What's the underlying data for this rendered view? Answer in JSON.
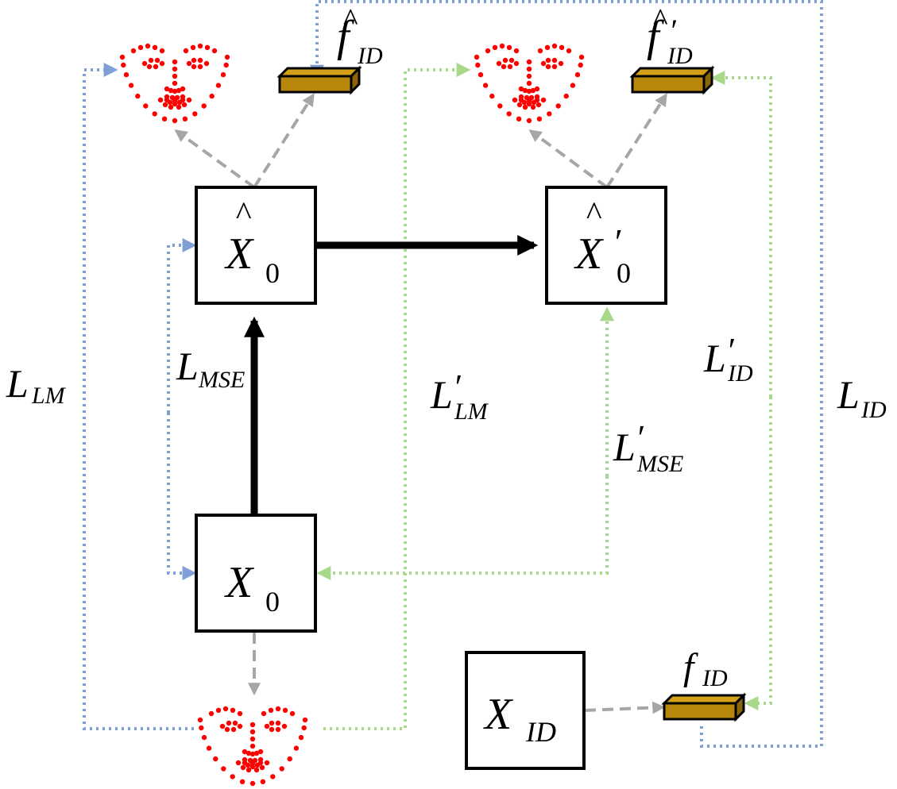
{
  "colors": {
    "blue_dotted": "#7f9fd6",
    "green_dotted": "#a8d88a",
    "gray_dashed": "#a6a6a6",
    "landmark_red": "#ff0000",
    "feature_bar": "#b8860b",
    "box_stroke": "#000000"
  },
  "nodes": {
    "x0_hat": {
      "main": "X",
      "sub": "0",
      "accent": "^",
      "prime": ""
    },
    "x0_hat_prime": {
      "main": "X",
      "sub": "0",
      "accent": "^",
      "prime": "′"
    },
    "x0": {
      "main": "X",
      "sub": "0"
    },
    "x_id": {
      "main": "X",
      "sub": "ID"
    }
  },
  "features": {
    "f_id_hat": {
      "main": "f",
      "sub": "ID",
      "accent": "^",
      "prime": ""
    },
    "f_id_hat_prime": {
      "main": "f",
      "sub": "ID",
      "accent": "^",
      "prime": "′"
    },
    "f_id": {
      "main": "f",
      "sub": "ID"
    }
  },
  "losses": {
    "l_lm": {
      "main": "L",
      "sub": "LM",
      "prime": ""
    },
    "l_mse": {
      "main": "L",
      "sub": "MSE",
      "prime": ""
    },
    "l_lm_prime": {
      "main": "L",
      "sub": "LM",
      "prime": "′"
    },
    "l_mse_prime": {
      "main": "L",
      "sub": "MSE",
      "prime": "′"
    },
    "l_id_prime": {
      "main": "L",
      "sub": "ID",
      "prime": "′"
    },
    "l_id": {
      "main": "L",
      "sub": "ID",
      "prime": ""
    }
  },
  "icons": [
    "face-landmark-icon",
    "feature-vector-icon"
  ]
}
